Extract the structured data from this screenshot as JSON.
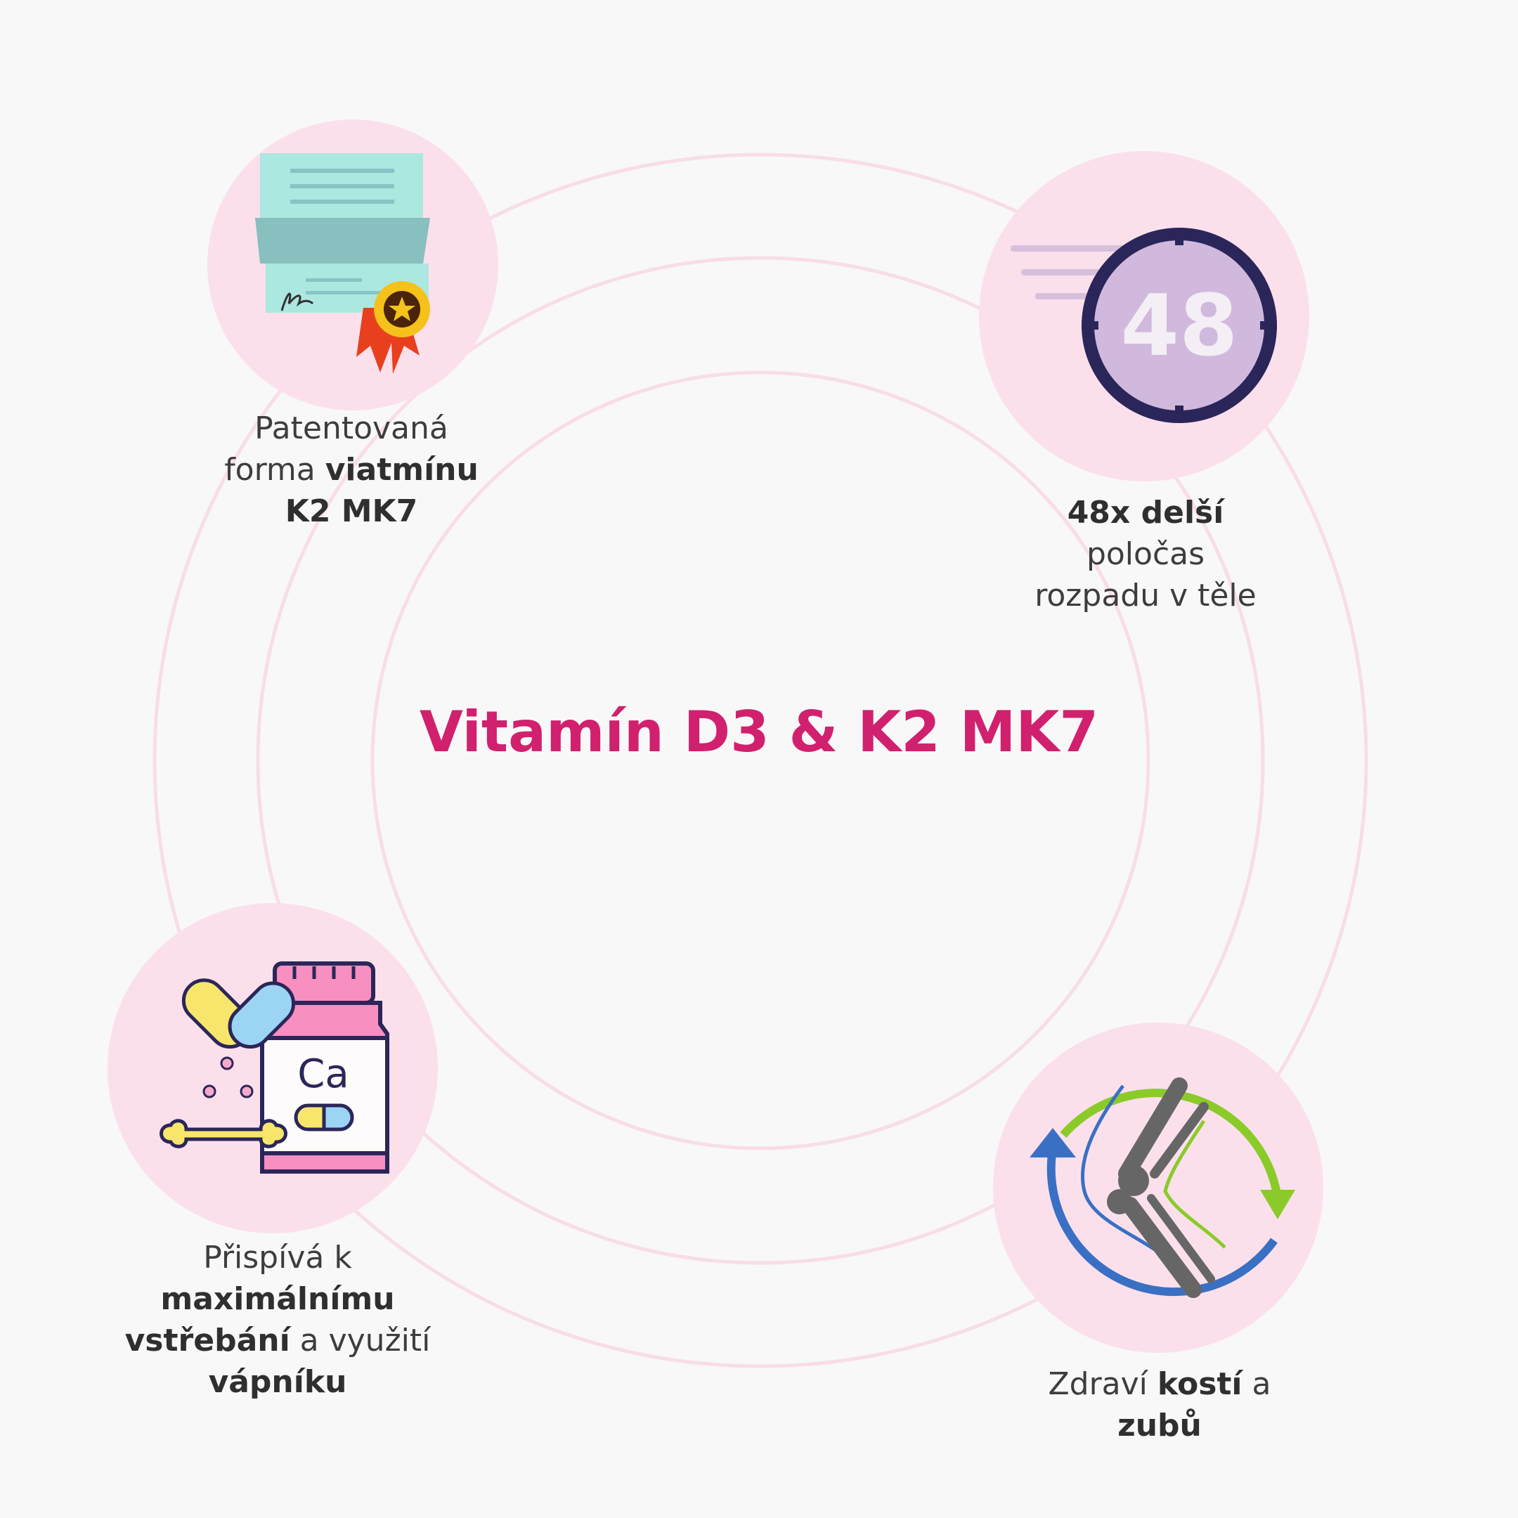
{
  "title": "Vitamín D3 & K2 MK7",
  "features": [
    {
      "name": "patent",
      "icon": "certificate-icon",
      "lines": [
        [
          {
            "text": "Patentovaná",
            "bold": false
          }
        ],
        [
          {
            "text": "forma ",
            "bold": false
          },
          {
            "text": "viatmínu",
            "bold": true
          }
        ],
        [
          {
            "text": "K2 MK7",
            "bold": true
          }
        ]
      ]
    },
    {
      "name": "half-life",
      "icon": "stopwatch-48-icon",
      "icon_text": "48",
      "lines": [
        [
          {
            "text": "48x delší",
            "bold": true
          }
        ],
        [
          {
            "text": "poločas",
            "bold": false
          }
        ],
        [
          {
            "text": "rozpadu v těle",
            "bold": false
          }
        ]
      ]
    },
    {
      "name": "calcium",
      "icon": "calcium-supplement-icon",
      "icon_text": "Ca",
      "lines": [
        [
          {
            "text": "Přispívá k",
            "bold": false
          }
        ],
        [
          {
            "text": "maximálnímu",
            "bold": true
          }
        ],
        [
          {
            "text": "vstřebání",
            "bold": true
          },
          {
            "text": " a využití",
            "bold": false
          }
        ],
        [
          {
            "text": "vápníku",
            "bold": true
          }
        ]
      ]
    },
    {
      "name": "bones",
      "icon": "knee-joint-icon",
      "lines": [
        [
          {
            "text": "Zdraví ",
            "bold": false
          },
          {
            "text": "kostí",
            "bold": true
          },
          {
            "text": " a",
            "bold": false
          }
        ],
        [
          {
            "text": "zubů",
            "bold": true
          }
        ]
      ]
    }
  ],
  "colors": {
    "background": "#f8f8f8",
    "accent": "#d1206e",
    "bubble": "#fbe0ec",
    "ring": "#f8dde7",
    "text": "#3d3d3d"
  }
}
